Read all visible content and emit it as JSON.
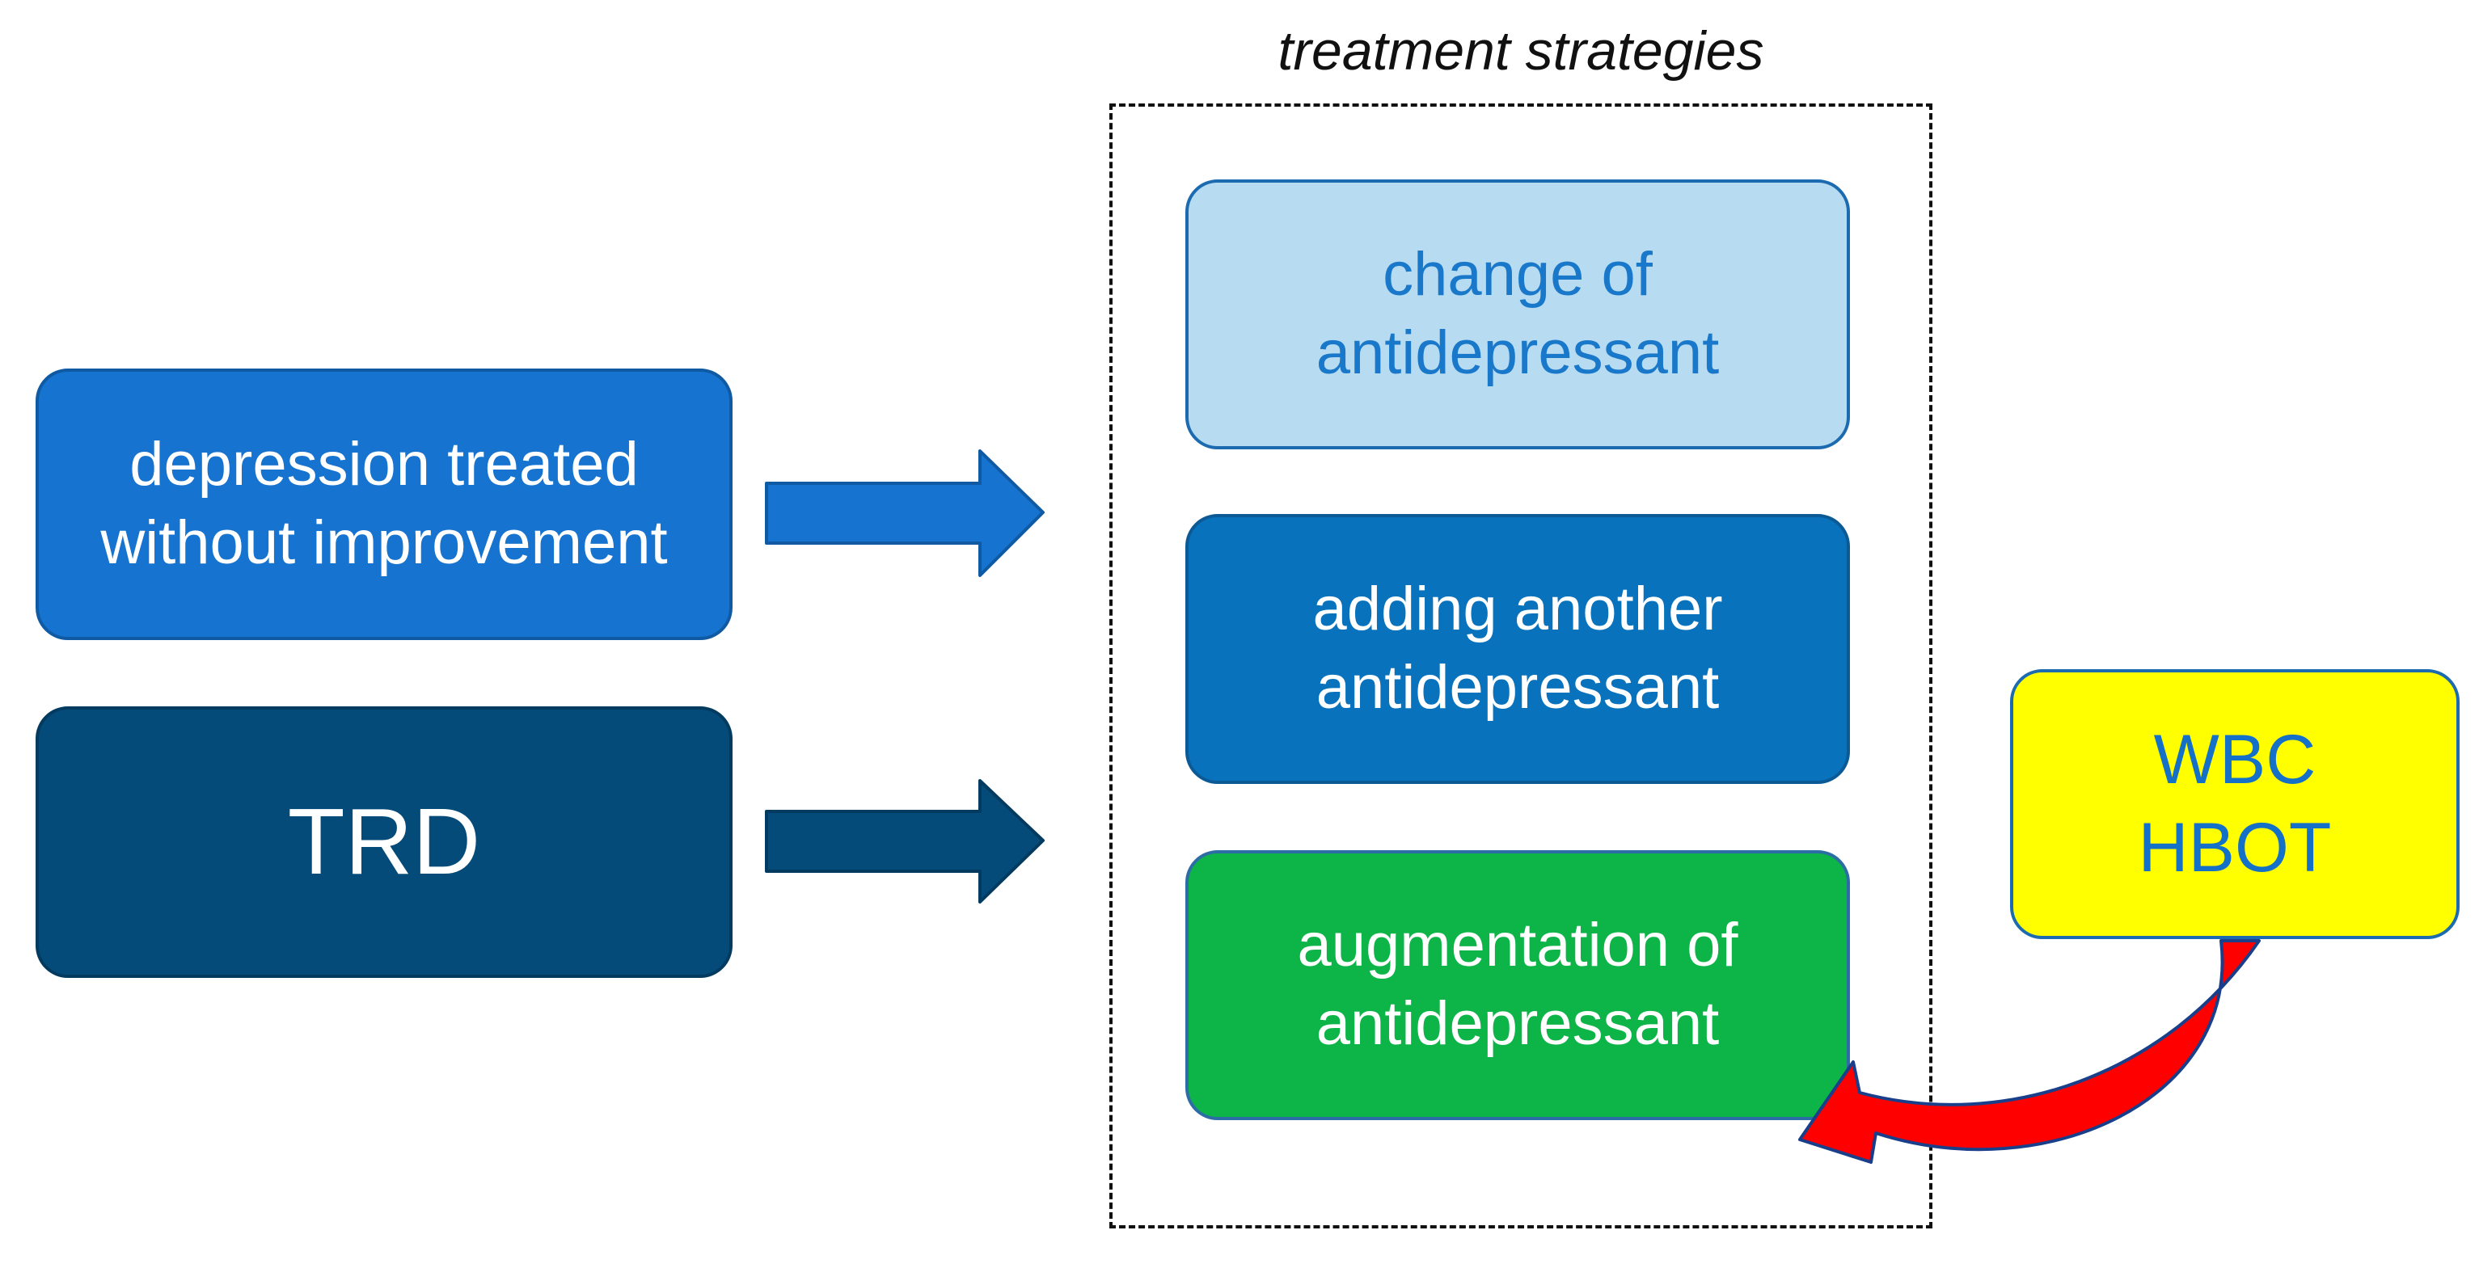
{
  "strategies": {
    "title": "treatment strategies"
  },
  "boxes": {
    "depression": "depression treated\nwithout improvement",
    "trd": "TRD",
    "change": "change of\nantidepressant",
    "adding": "adding another\nantidepressant",
    "augmentation": "augmentation of\nantidepressant",
    "wbc_hbot": "WBC\nHBOT"
  },
  "colors": {
    "depression_box": "#1673cf",
    "trd_box": "#044b7a",
    "change_box": "#b7dbf1",
    "adding_box": "#0872bd",
    "augmentation_box": "#0db447",
    "wbc_hbot_box": "#ffff00",
    "curved_arrow": "#ff0000"
  }
}
